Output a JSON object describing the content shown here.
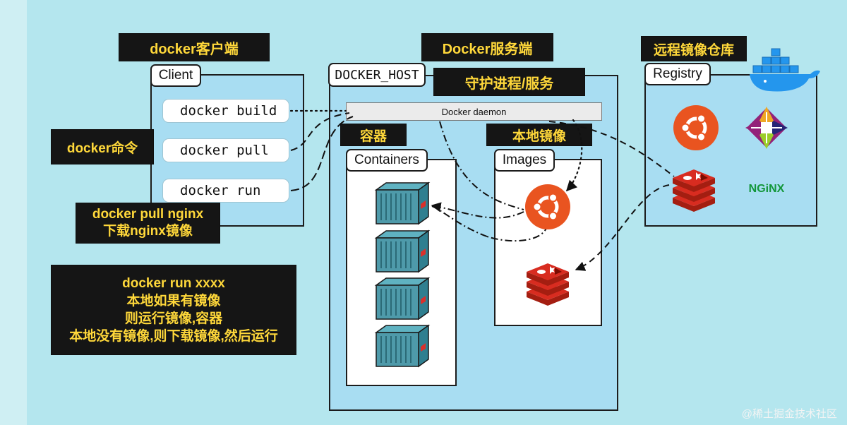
{
  "labels": {
    "docker_client": "docker客户端",
    "docker_server": "Docker服务端",
    "remote_registry": "远程镜像仓库",
    "daemon_service": "守护进程/服务",
    "containers_cn": "容器",
    "local_images_cn": "本地镜像",
    "docker_commands": "docker命令",
    "pull_nginx": [
      "docker pull nginx",
      "下载nginx镜像"
    ],
    "run_explain": [
      "docker run xxxx",
      "本地如果有镜像",
      "则运行镜像,容器",
      "本地没有镜像,则下载镜像,然后运行"
    ]
  },
  "client": {
    "tab": "Client",
    "commands": [
      "docker build",
      "docker pull",
      "docker run"
    ]
  },
  "host": {
    "tab": "DOCKER_HOST",
    "daemon": "Docker daemon",
    "containers_tab": "Containers",
    "images_tab": "Images"
  },
  "registry": {
    "tab": "Registry",
    "nginx_logo": "NGiNX"
  },
  "footer": "@稀土掘金技术社区",
  "colors": {
    "background": "#b4e6ee",
    "panel": "#a8ddf2",
    "label_bg": "#151515",
    "label_text": "#ffd83a",
    "ubuntu": "#e95420",
    "redis": "#d9302b",
    "container": "#4e9aaa",
    "nginx": "#129639"
  },
  "icons": [
    "ubuntu-logo",
    "redis-logo",
    "centos-logo",
    "nginx-logo",
    "docker-whale-logo",
    "container-icon"
  ]
}
